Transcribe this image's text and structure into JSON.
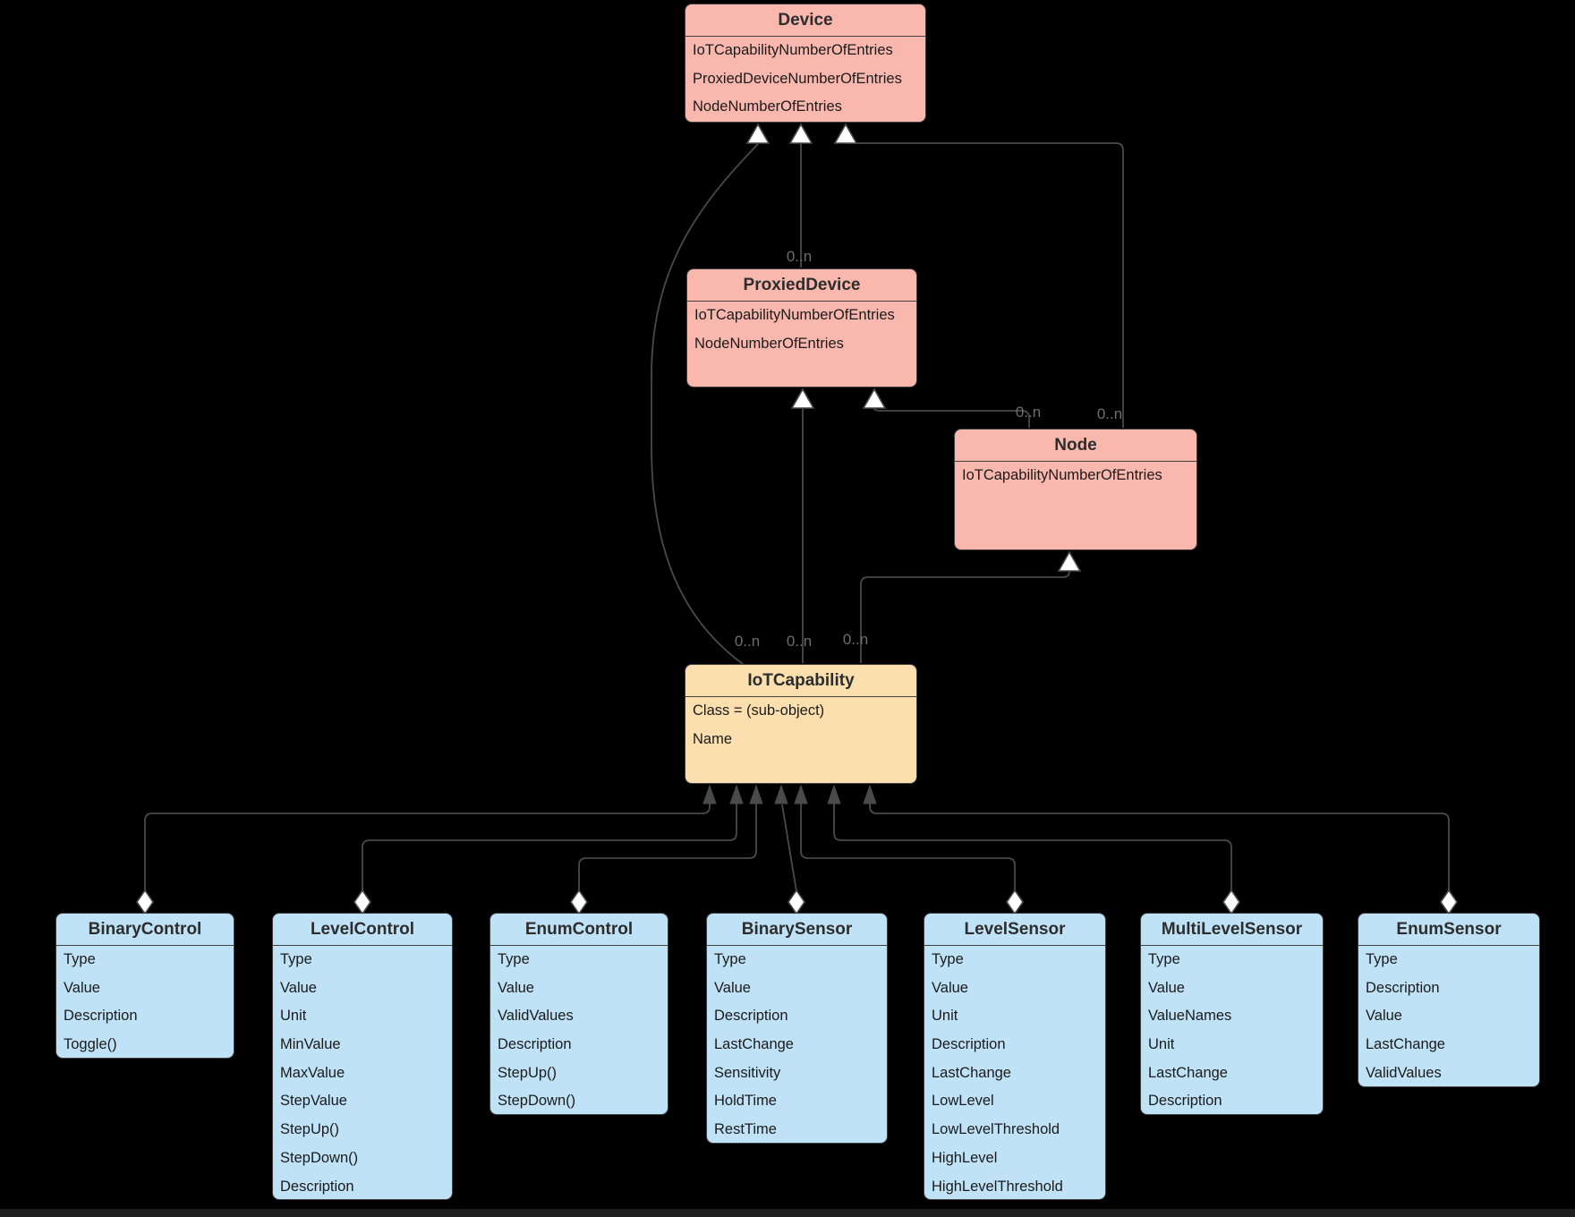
{
  "diagram": {
    "type": "uml-class-diagram",
    "colors": {
      "background": "#000000",
      "entity_fill": "#F9B7AE",
      "capability_fill": "#FBDFAF",
      "leaf_fill": "#BFE2F6",
      "box_stroke": "#404040",
      "edge": "#4a4a4a",
      "multiplicity_label": "#6e6e6e",
      "title_text": "#2d2d2d",
      "attribute_text": "#1b1b1b"
    },
    "classes": [
      {
        "id": "device",
        "title": "Device",
        "fill": "#F9B7AE",
        "attributes": [
          "IoTCapabilityNumberOfEntries",
          "ProxiedDeviceNumberOfEntries",
          "NodeNumberOfEntries"
        ]
      },
      {
        "id": "proxied-device",
        "title": "ProxiedDevice",
        "fill": "#F9B7AE",
        "attributes": [
          "IoTCapabilityNumberOfEntries",
          "NodeNumberOfEntries"
        ]
      },
      {
        "id": "node",
        "title": "Node",
        "fill": "#F9B7AE",
        "attributes": [
          "IoTCapabilityNumberOfEntries"
        ]
      },
      {
        "id": "iot-capability",
        "title": "IoTCapability",
        "fill": "#FBDFAF",
        "attributes": [
          "Class = (sub-object)",
          "Name"
        ]
      },
      {
        "id": "binary-control",
        "title": "BinaryControl",
        "fill": "#BFE2F6",
        "attributes": [
          "Type",
          "Value",
          "Description",
          "Toggle()"
        ]
      },
      {
        "id": "level-control",
        "title": "LevelControl",
        "fill": "#BFE2F6",
        "attributes": [
          "Type",
          "Value",
          "Unit",
          "MinValue",
          "MaxValue",
          "StepValue",
          "StepUp()",
          "StepDown()",
          "Description"
        ]
      },
      {
        "id": "enum-control",
        "title": "EnumControl",
        "fill": "#BFE2F6",
        "attributes": [
          "Type",
          "Value",
          "ValidValues",
          "Description",
          "StepUp()",
          "StepDown()"
        ]
      },
      {
        "id": "binary-sensor",
        "title": "BinarySensor",
        "fill": "#BFE2F6",
        "attributes": [
          "Type",
          "Value",
          "Description",
          "LastChange",
          "Sensitivity",
          "HoldTime",
          "RestTime"
        ]
      },
      {
        "id": "level-sensor",
        "title": "LevelSensor",
        "fill": "#BFE2F6",
        "attributes": [
          "Type",
          "Value",
          "Unit",
          "Description",
          "LastChange",
          "LowLevel",
          "LowLevelThreshold",
          "HighLevel",
          "HighLevelThreshold"
        ]
      },
      {
        "id": "multi-level-sensor",
        "title": "MultiLevelSensor",
        "fill": "#BFE2F6",
        "attributes": [
          "Type",
          "Value",
          "ValueNames",
          "Unit",
          "LastChange",
          "Description"
        ]
      },
      {
        "id": "enum-sensor",
        "title": "EnumSensor",
        "fill": "#BFE2F6",
        "attributes": [
          "Type",
          "Description",
          "Value",
          "LastChange",
          "ValidValues"
        ]
      }
    ],
    "relationships": [
      {
        "from": "Device",
        "to": "IoTCapability",
        "multiplicity": "0..n"
      },
      {
        "from": "Device",
        "to": "ProxiedDevice",
        "multiplicity": "0..n"
      },
      {
        "from": "Device",
        "to": "Node",
        "multiplicity": "0..n"
      },
      {
        "from": "ProxiedDevice",
        "to": "IoTCapability",
        "multiplicity": "0..n"
      },
      {
        "from": "ProxiedDevice",
        "to": "Node",
        "multiplicity": "0..n"
      },
      {
        "from": "Node",
        "to": "IoTCapability",
        "multiplicity": "0..n"
      },
      {
        "from": "IoTCapability",
        "to": "BinaryControl"
      },
      {
        "from": "IoTCapability",
        "to": "LevelControl"
      },
      {
        "from": "IoTCapability",
        "to": "EnumControl"
      },
      {
        "from": "IoTCapability",
        "to": "BinarySensor"
      },
      {
        "from": "IoTCapability",
        "to": "LevelSensor"
      },
      {
        "from": "IoTCapability",
        "to": "MultiLevelSensor"
      },
      {
        "from": "IoTCapability",
        "to": "EnumSensor"
      }
    ]
  }
}
